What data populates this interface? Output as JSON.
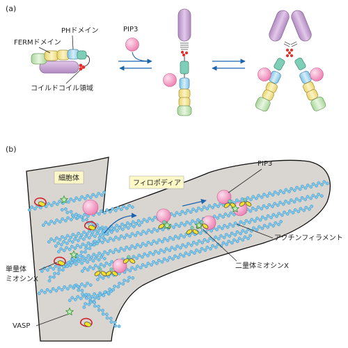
{
  "panel_a": {
    "label": "(a)",
    "ferm_label": "FERMドメイン",
    "ph_label": "PHドメイン",
    "coiled_coil_label": "コイルドコイル領域",
    "pip3_label": "PIP3"
  },
  "panel_b": {
    "label": "(b)",
    "cell_body_label": "細胞体",
    "filopodia_label": "フィロポディア",
    "pip3_label": "PIP3",
    "actin_label": "アクチンフィラメント",
    "dimer_label": "二量体ミオシンX",
    "monomer_label_1": "単量体",
    "monomer_label_2": "ミオシンX",
    "vasp_label": "VASP"
  },
  "colors": {
    "motor": "#c9a3cf",
    "lever": "#c9e6c0",
    "ferm": "#f5e79a",
    "ph": "#a9d7ee",
    "coil_green": "#7fcfb8",
    "coiled_coil": "#e03030",
    "pip3": "#f4a6c6",
    "actin": "#5ab6e3",
    "cell": "#d8d4cf",
    "myosin_tail": "#f2e030",
    "vasp": "#3faa3f"
  }
}
